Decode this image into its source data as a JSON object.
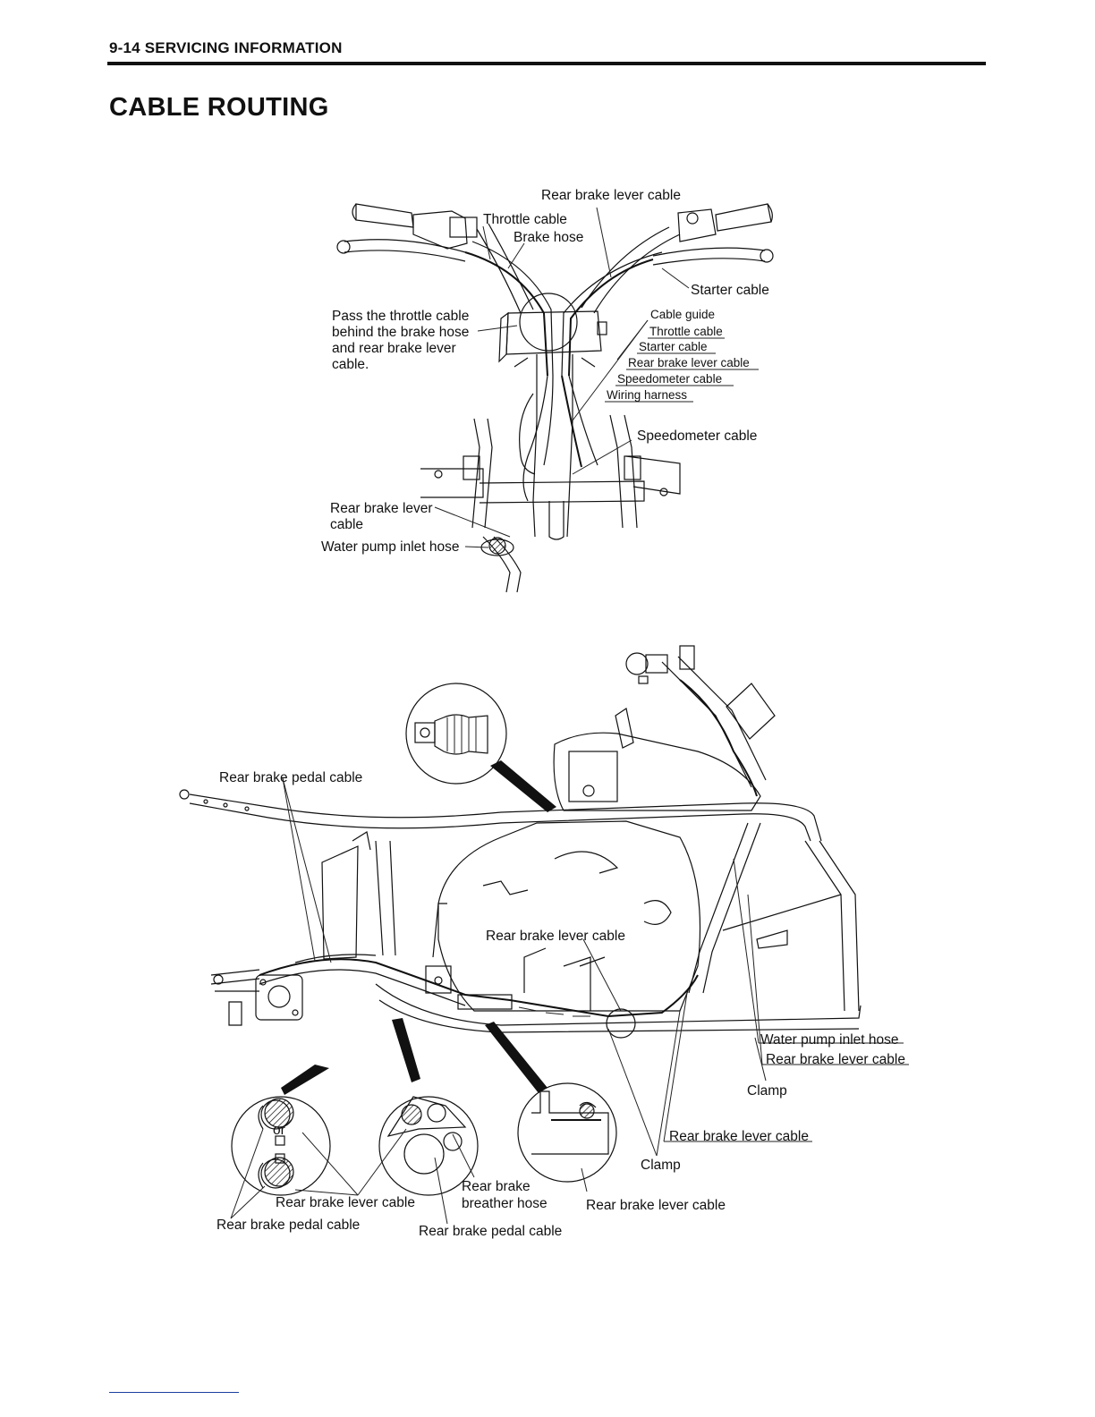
{
  "header": {
    "section": "9-14  SERVICING INFORMATION",
    "title": "CABLE ROUTING"
  },
  "top_diagram": {
    "labels": {
      "rear_brake_lever_cable": "Rear brake lever cable",
      "throttle_cable": "Throttle cable",
      "brake_hose": "Brake hose",
      "starter_cable": "Starter cable",
      "note_line1": "Pass the throttle cable",
      "note_line2": "behind the brake hose",
      "note_line3": "and rear brake lever",
      "note_line4": "cable.",
      "cable_guide": "Cable guide",
      "guide_throttle_cable": "Throttle cable",
      "guide_starter_cable": "Starter cable",
      "guide_rear_brake_lever_cable": "Rear brake lever cable",
      "guide_speedometer_cable": "Speedometer cable",
      "guide_wiring_harness": "Wiring harness",
      "speedometer_cable": "Speedometer cable",
      "rear_brake_lever_line1": "Rear brake lever",
      "rear_brake_lever_line2": "cable",
      "water_pump_inlet_hose": "Water pump inlet hose"
    }
  },
  "bottom_diagram": {
    "labels": {
      "rear_brake_pedal_cable_top": "Rear brake pedal cable",
      "rear_brake_lever_cable_mid": "Rear brake lever cable",
      "water_pump_inlet_hose": "Water pump inlet hose",
      "rear_brake_lever_cable_right": "Rear brake lever cable",
      "clamp_upper": "Clamp",
      "rear_brake_lever_cable_lower_right": "Rear brake lever cable",
      "clamp_lower": "Clamp",
      "or": "or",
      "rear_brake_line1": "Rear brake",
      "rear_brake_line2": "breather hose",
      "rear_brake_lever_cable_bottom_left": "Rear brake lever cable",
      "rear_brake_lever_cable_bottom_right": "Rear brake lever cable",
      "rear_brake_pedal_cable_bottom_left": "Rear brake pedal cable",
      "rear_brake_pedal_cable_bottom_center": "Rear brake pedal cable"
    }
  }
}
